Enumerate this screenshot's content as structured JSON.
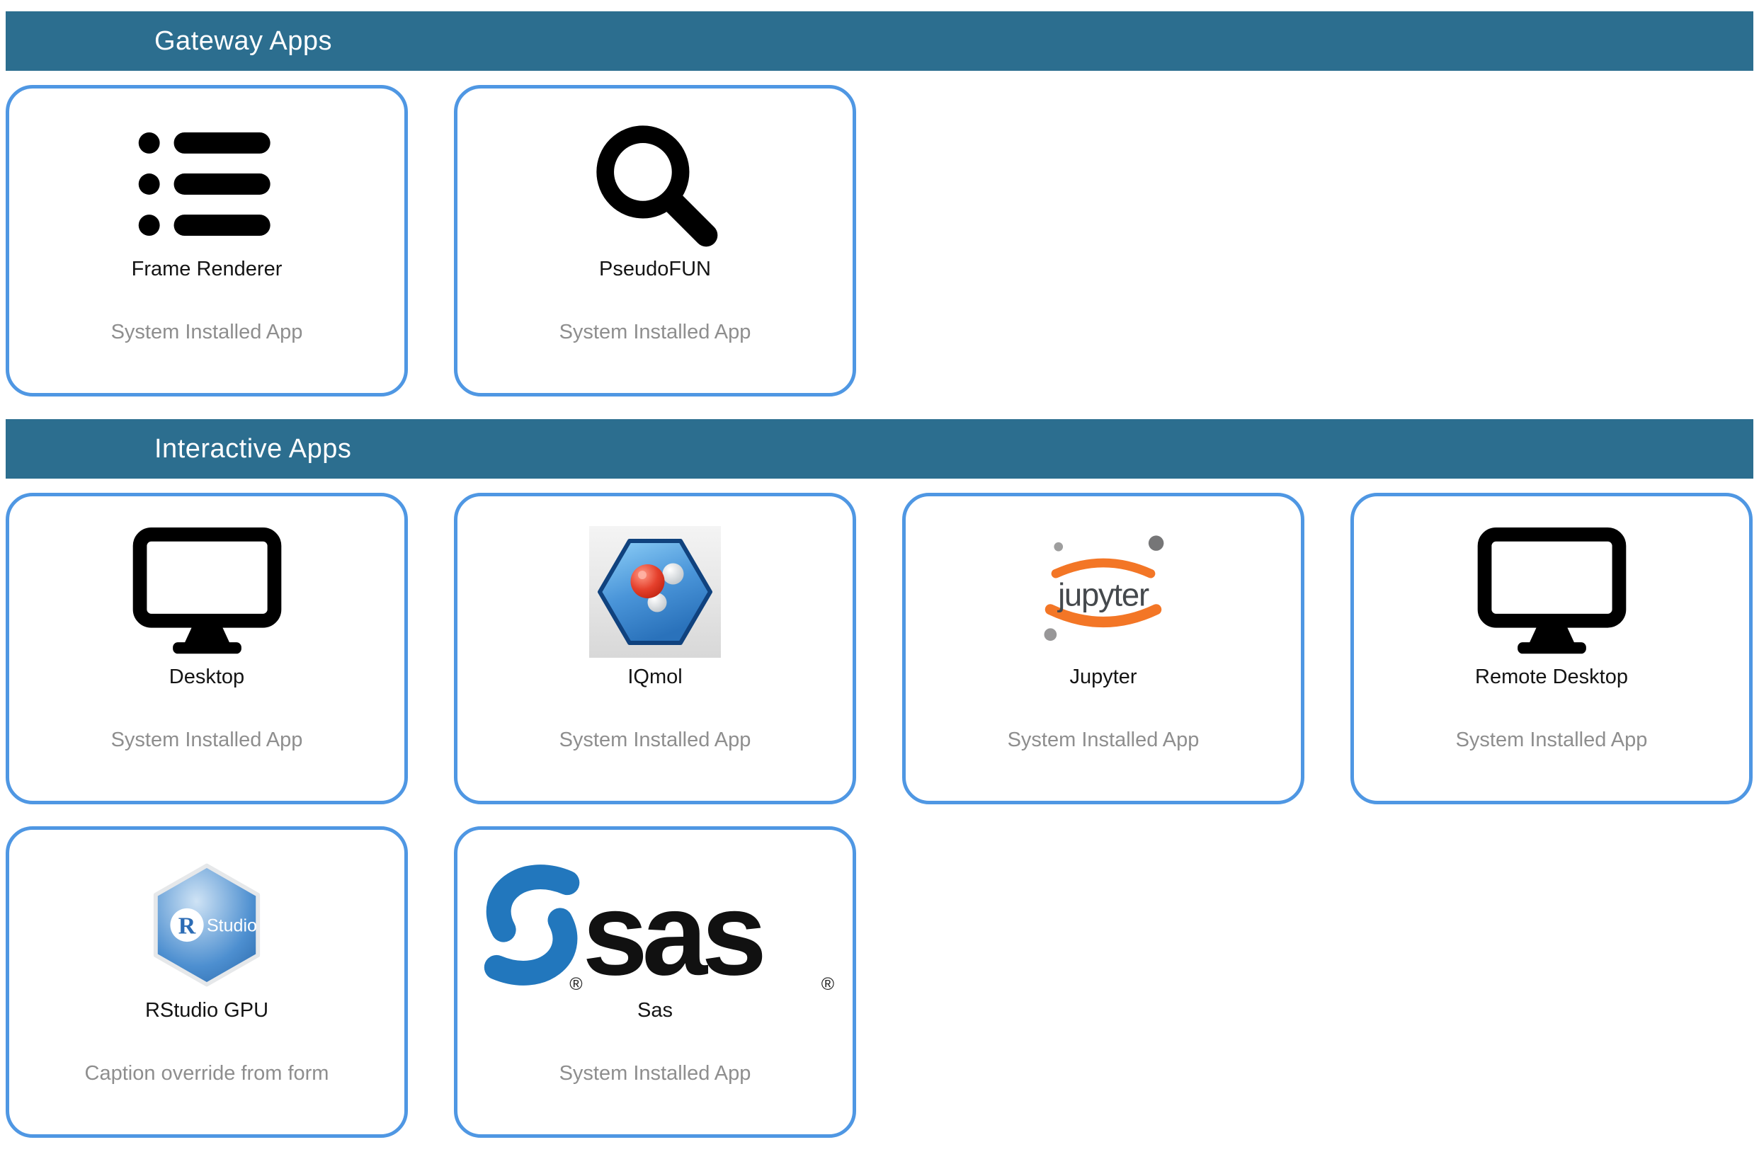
{
  "colors": {
    "header_bg": "#2c6e8f",
    "header_text": "#ffffff",
    "card_border": "#4f97e3",
    "card_bg": "#ffffff",
    "title_text": "#141414",
    "caption_text": "#8e8e8e",
    "jupyter_orange": "#f37626",
    "sas_blue": "#2277bd"
  },
  "sections": [
    {
      "title": "Gateway Apps",
      "apps": [
        {
          "name": "Frame Renderer",
          "caption": "System Installed App",
          "icon": "list-icon"
        },
        {
          "name": "PseudoFUN",
          "caption": "System Installed App",
          "icon": "search-icon"
        }
      ]
    },
    {
      "title": "Interactive Apps",
      "apps": [
        {
          "name": "Desktop",
          "caption": "System Installed App",
          "icon": "desktop-monitor-icon"
        },
        {
          "name": "IQmol",
          "caption": "System Installed App",
          "icon": "molecule-hexagon-icon"
        },
        {
          "name": "Jupyter",
          "caption": "System Installed App",
          "icon": "jupyter-logo-icon",
          "logo_text": "jupyter"
        },
        {
          "name": "Remote Desktop",
          "caption": "System Installed App",
          "icon": "desktop-monitor-icon"
        },
        {
          "name": "RStudio GPU",
          "caption": "Caption override from form",
          "icon": "rstudio-logo-icon",
          "logo_r": "R",
          "logo_studio": "Studio"
        },
        {
          "name": "Sas",
          "caption": "System Installed App",
          "icon": "sas-logo-icon",
          "logo_text": "sas",
          "registered_mark": "®"
        }
      ]
    }
  ]
}
